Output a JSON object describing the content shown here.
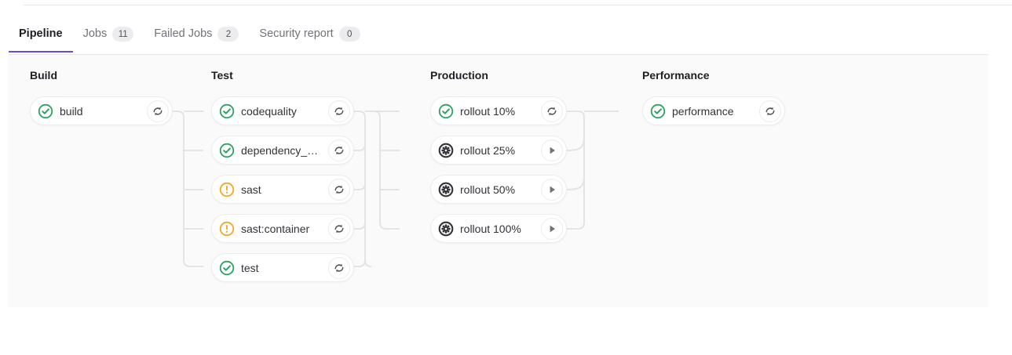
{
  "tabs": [
    {
      "label": "Pipeline",
      "badge": null,
      "active": true,
      "name": "tab-pipeline"
    },
    {
      "label": "Jobs",
      "badge": "11",
      "active": false,
      "name": "tab-jobs"
    },
    {
      "label": "Failed Jobs",
      "badge": "2",
      "active": false,
      "name": "tab-failed-jobs"
    },
    {
      "label": "Security report",
      "badge": "0",
      "active": false,
      "name": "tab-security-report"
    }
  ],
  "colors": {
    "success": "#2da160",
    "warning": "#f5a623",
    "manual": "#333238",
    "accent": "#6e49cb",
    "panel": "#fafafa",
    "connector": "#e4e4e6"
  },
  "stages": [
    {
      "title": "Build",
      "name": "stage-build",
      "jobs": [
        {
          "label": "build",
          "status": "success",
          "status_icon": "status-success-icon",
          "action": "retry",
          "action_icon": "retry-icon",
          "action_label": "Retry"
        }
      ]
    },
    {
      "title": "Test",
      "name": "stage-test",
      "jobs": [
        {
          "label": "codequality",
          "status": "success",
          "status_icon": "status-success-icon",
          "action": "retry",
          "action_icon": "retry-icon",
          "action_label": "Retry"
        },
        {
          "label": "dependency_s…",
          "status": "success",
          "status_icon": "status-success-icon",
          "action": "retry",
          "action_icon": "retry-icon",
          "action_label": "Retry"
        },
        {
          "label": "sast",
          "status": "warning",
          "status_icon": "status-warning-icon",
          "action": "retry",
          "action_icon": "retry-icon",
          "action_label": "Retry"
        },
        {
          "label": "sast:container",
          "status": "warning",
          "status_icon": "status-warning-icon",
          "action": "retry",
          "action_icon": "retry-icon",
          "action_label": "Retry"
        },
        {
          "label": "test",
          "status": "success",
          "status_icon": "status-success-icon",
          "action": "retry",
          "action_icon": "retry-icon",
          "action_label": "Retry"
        }
      ]
    },
    {
      "title": "Production",
      "name": "stage-production",
      "jobs": [
        {
          "label": "rollout 10%",
          "status": "success",
          "status_icon": "status-success-icon",
          "action": "retry",
          "action_icon": "retry-icon",
          "action_label": "Retry"
        },
        {
          "label": "rollout 25%",
          "status": "manual",
          "status_icon": "status-manual-icon",
          "action": "play",
          "action_icon": "play-icon",
          "action_label": "Run"
        },
        {
          "label": "rollout 50%",
          "status": "manual",
          "status_icon": "status-manual-icon",
          "action": "play",
          "action_icon": "play-icon",
          "action_label": "Run"
        },
        {
          "label": "rollout 100%",
          "status": "manual",
          "status_icon": "status-manual-icon",
          "action": "play",
          "action_icon": "play-icon",
          "action_label": "Run"
        }
      ]
    },
    {
      "title": "Performance",
      "name": "stage-performance",
      "jobs": [
        {
          "label": "performance",
          "status": "success",
          "status_icon": "status-success-icon",
          "action": "retry",
          "action_icon": "retry-icon",
          "action_label": "Retry"
        }
      ]
    }
  ]
}
